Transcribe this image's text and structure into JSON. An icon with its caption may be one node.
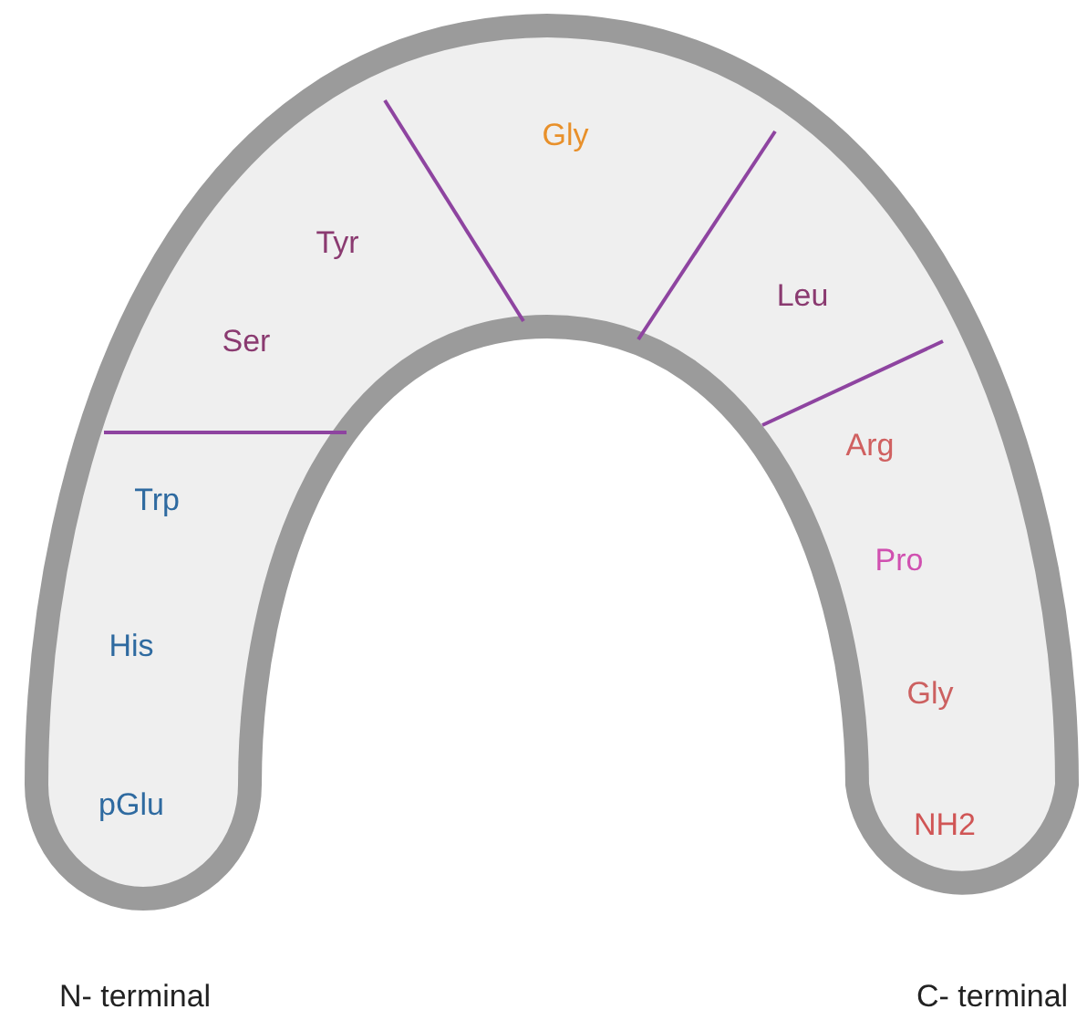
{
  "diagram": {
    "labels": [
      "Gly",
      "Tyr",
      "Leu",
      "Ser",
      "Arg",
      "Trp",
      "Pro",
      "His",
      "Gly",
      "pGlu",
      "NH2",
      "N- terminal",
      "C- terminal"
    ]
  }
}
